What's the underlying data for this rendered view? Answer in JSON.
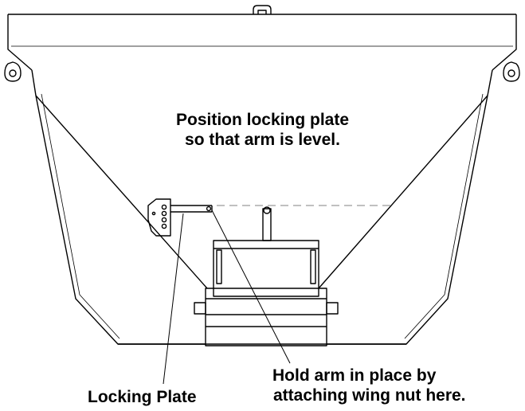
{
  "instruction": {
    "line1": "Position locking plate",
    "line2": "so that arm is level."
  },
  "callouts": {
    "hold_line1": "Hold arm in place by",
    "hold_line2": "attaching wing nut here.",
    "locking_plate": "Locking Plate"
  },
  "colors": {
    "line": "#000000",
    "dashed_guide": "#9a9a9a",
    "background": "#ffffff"
  }
}
